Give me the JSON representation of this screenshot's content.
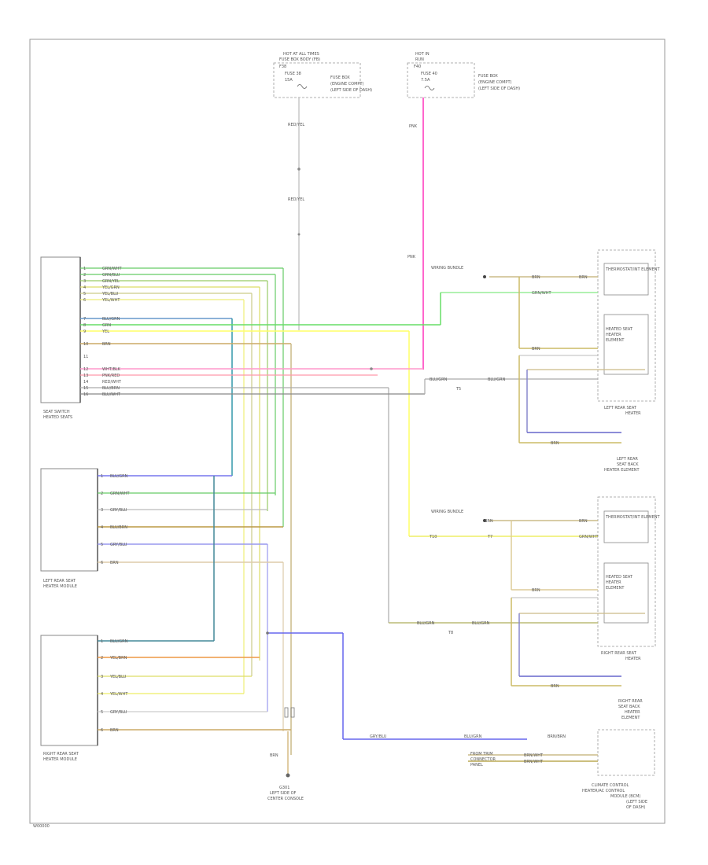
{
  "bottom_code": "W00000",
  "fuse_box_left": {
    "title": [
      "HOT AT ALL TIMES",
      "FUSE BOX BODY (FB)"
    ],
    "fuse": "FUSE 38",
    "rating": "15A",
    "desc": [
      "FUSE BOX",
      "(ENGINE COMPT)",
      "(LEFT SIDE OF DASH)"
    ]
  },
  "fuse_box_right": {
    "title": [
      "HOT IN",
      "RUN"
    ],
    "fuse": "FUSE 40",
    "rating": "7.5A",
    "desc": [
      "FUSE BOX",
      "(ENGINE COMPT)",
      "(LEFT SIDE OF DASH)"
    ]
  },
  "components": {
    "seat_switch": [
      "SEAT SWITCH",
      "HEATED SEATS"
    ],
    "left_rear_seat_module": [
      "LEFT REAR SEAT",
      "HEATER MODULE"
    ],
    "right_rear_seat_module": [
      "RIGHT REAR SEAT",
      "HEATER MODULE"
    ],
    "left_rear_seat_heater": [
      "LEFT REAR SEAT",
      "HEATER"
    ],
    "left_rear_seat_element": [
      "LEFT REAR",
      "SEAT BACK",
      "HEATER ELEMENT"
    ],
    "right_rear_seat_heater": [
      "RIGHT REAR SEAT",
      "HEATER"
    ],
    "right_rear_seat_element": [
      "RIGHT REAR",
      "SEAT BACK",
      "HEATER",
      "ELEMENT"
    ],
    "climate_control": [
      "CLIMATE CONTROL",
      "HEATER/AC CONTROL",
      "MODULE (BCM)",
      "(LEFT SIDE",
      "OF DASH)"
    ],
    "ground": [
      "G301",
      "LEFT SIDE OF",
      "CENTER CONSOLE"
    ],
    "thermostat_label": "THERMOSTAT/INT ELEMENT",
    "heated_seat_element_label": [
      "HEATED SEAT",
      "HEATER",
      "ELEMENT"
    ],
    "from_trim_panel": [
      "FROM TRIM",
      "CONNECTOR",
      "PANEL"
    ]
  },
  "connectors": {
    "seat_switch_pins": [
      "1",
      "2",
      "3",
      "4",
      "5",
      "6",
      "7",
      "8",
      "9",
      "10",
      "11",
      "12",
      "13",
      "14",
      "15",
      "16"
    ],
    "seat_switch_wires": [
      "GRN/WHT",
      "GRN/BLU",
      "GRN/YEL",
      "YEL/GRN",
      "YEL/BLU",
      "YEL/WHT",
      "BLU/GRN",
      "GRN",
      "YEL",
      "BRN",
      "",
      "WHT/BLK",
      "PNK/RED",
      "RED/WHT",
      "BLU/BRN",
      "BLU/WHT"
    ],
    "lr_module_pins": [
      "1",
      "2",
      "3",
      "4",
      "5",
      "6"
    ],
    "lr_module_wires": [
      "BLU/GRN",
      "GRN/WHT",
      "GRY/BLU",
      "BLU/BRN",
      "GRY/BLU",
      "BRN"
    ],
    "rr_module_pins": [
      "1",
      "2",
      "3",
      "4",
      "5",
      "6"
    ],
    "rr_module_wires": [
      "BLU/GRN",
      "YEL/BRN",
      "YEL/BLU",
      "YEL/WHT",
      "GRY/BLU",
      "BRN"
    ],
    "ground_wire": "BRN",
    "fuse_left_wires": [
      "RED/YEL",
      "RED/YEL"
    ],
    "fuse_right_wires": [
      "PNK",
      "PNK"
    ],
    "network_bus": "WIRING BUNDLE",
    "hr_wires": [
      "BRN",
      "BRN",
      "BRN",
      "GRN/WHT",
      "BLU/GRN",
      "BLU/GRN",
      "BRN"
    ],
    "climate_wires": [
      "GRY/BLU",
      "BLU/GRN",
      "BRN/BRN",
      "BRN/WHT",
      "BRN/WHT"
    ],
    "labels_misc": [
      "T5",
      "T10",
      "T7",
      "T8"
    ]
  }
}
